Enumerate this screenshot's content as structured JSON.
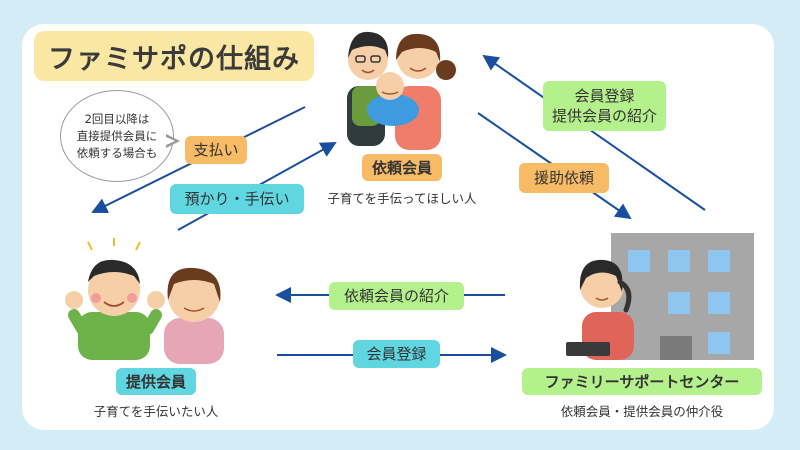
{
  "title": "ファミサポの仕組み",
  "note": {
    "line1": "2回目以降は",
    "line2": "直接提供会員に",
    "line3": "依頼する場合も"
  },
  "requester": {
    "label": "依頼会員",
    "caption": "子育てを手伝ってほしい人"
  },
  "provider": {
    "label": "提供会員",
    "caption": "子育てを手伝いたい人"
  },
  "center": {
    "label": "ファミリーサポートセンター",
    "caption": "依頼会員・提供会員の仲介役"
  },
  "arrows": {
    "payment": "支払い",
    "care": "預かり・手伝い",
    "registration_line1": "会員登録",
    "registration_line2": "提供会員の紹介",
    "support_request": "援助依頼",
    "introduce_requester": "依頼会員の紹介",
    "provider_registration": "会員登録"
  },
  "colors": {
    "background": "#d4ecf6",
    "title_box": "#fbe7a4",
    "orange_tag": "#f7bb66",
    "cyan_tag": "#5fd6e0",
    "green_tag": "#b4f08c",
    "arrow": "#1a4fa0"
  }
}
